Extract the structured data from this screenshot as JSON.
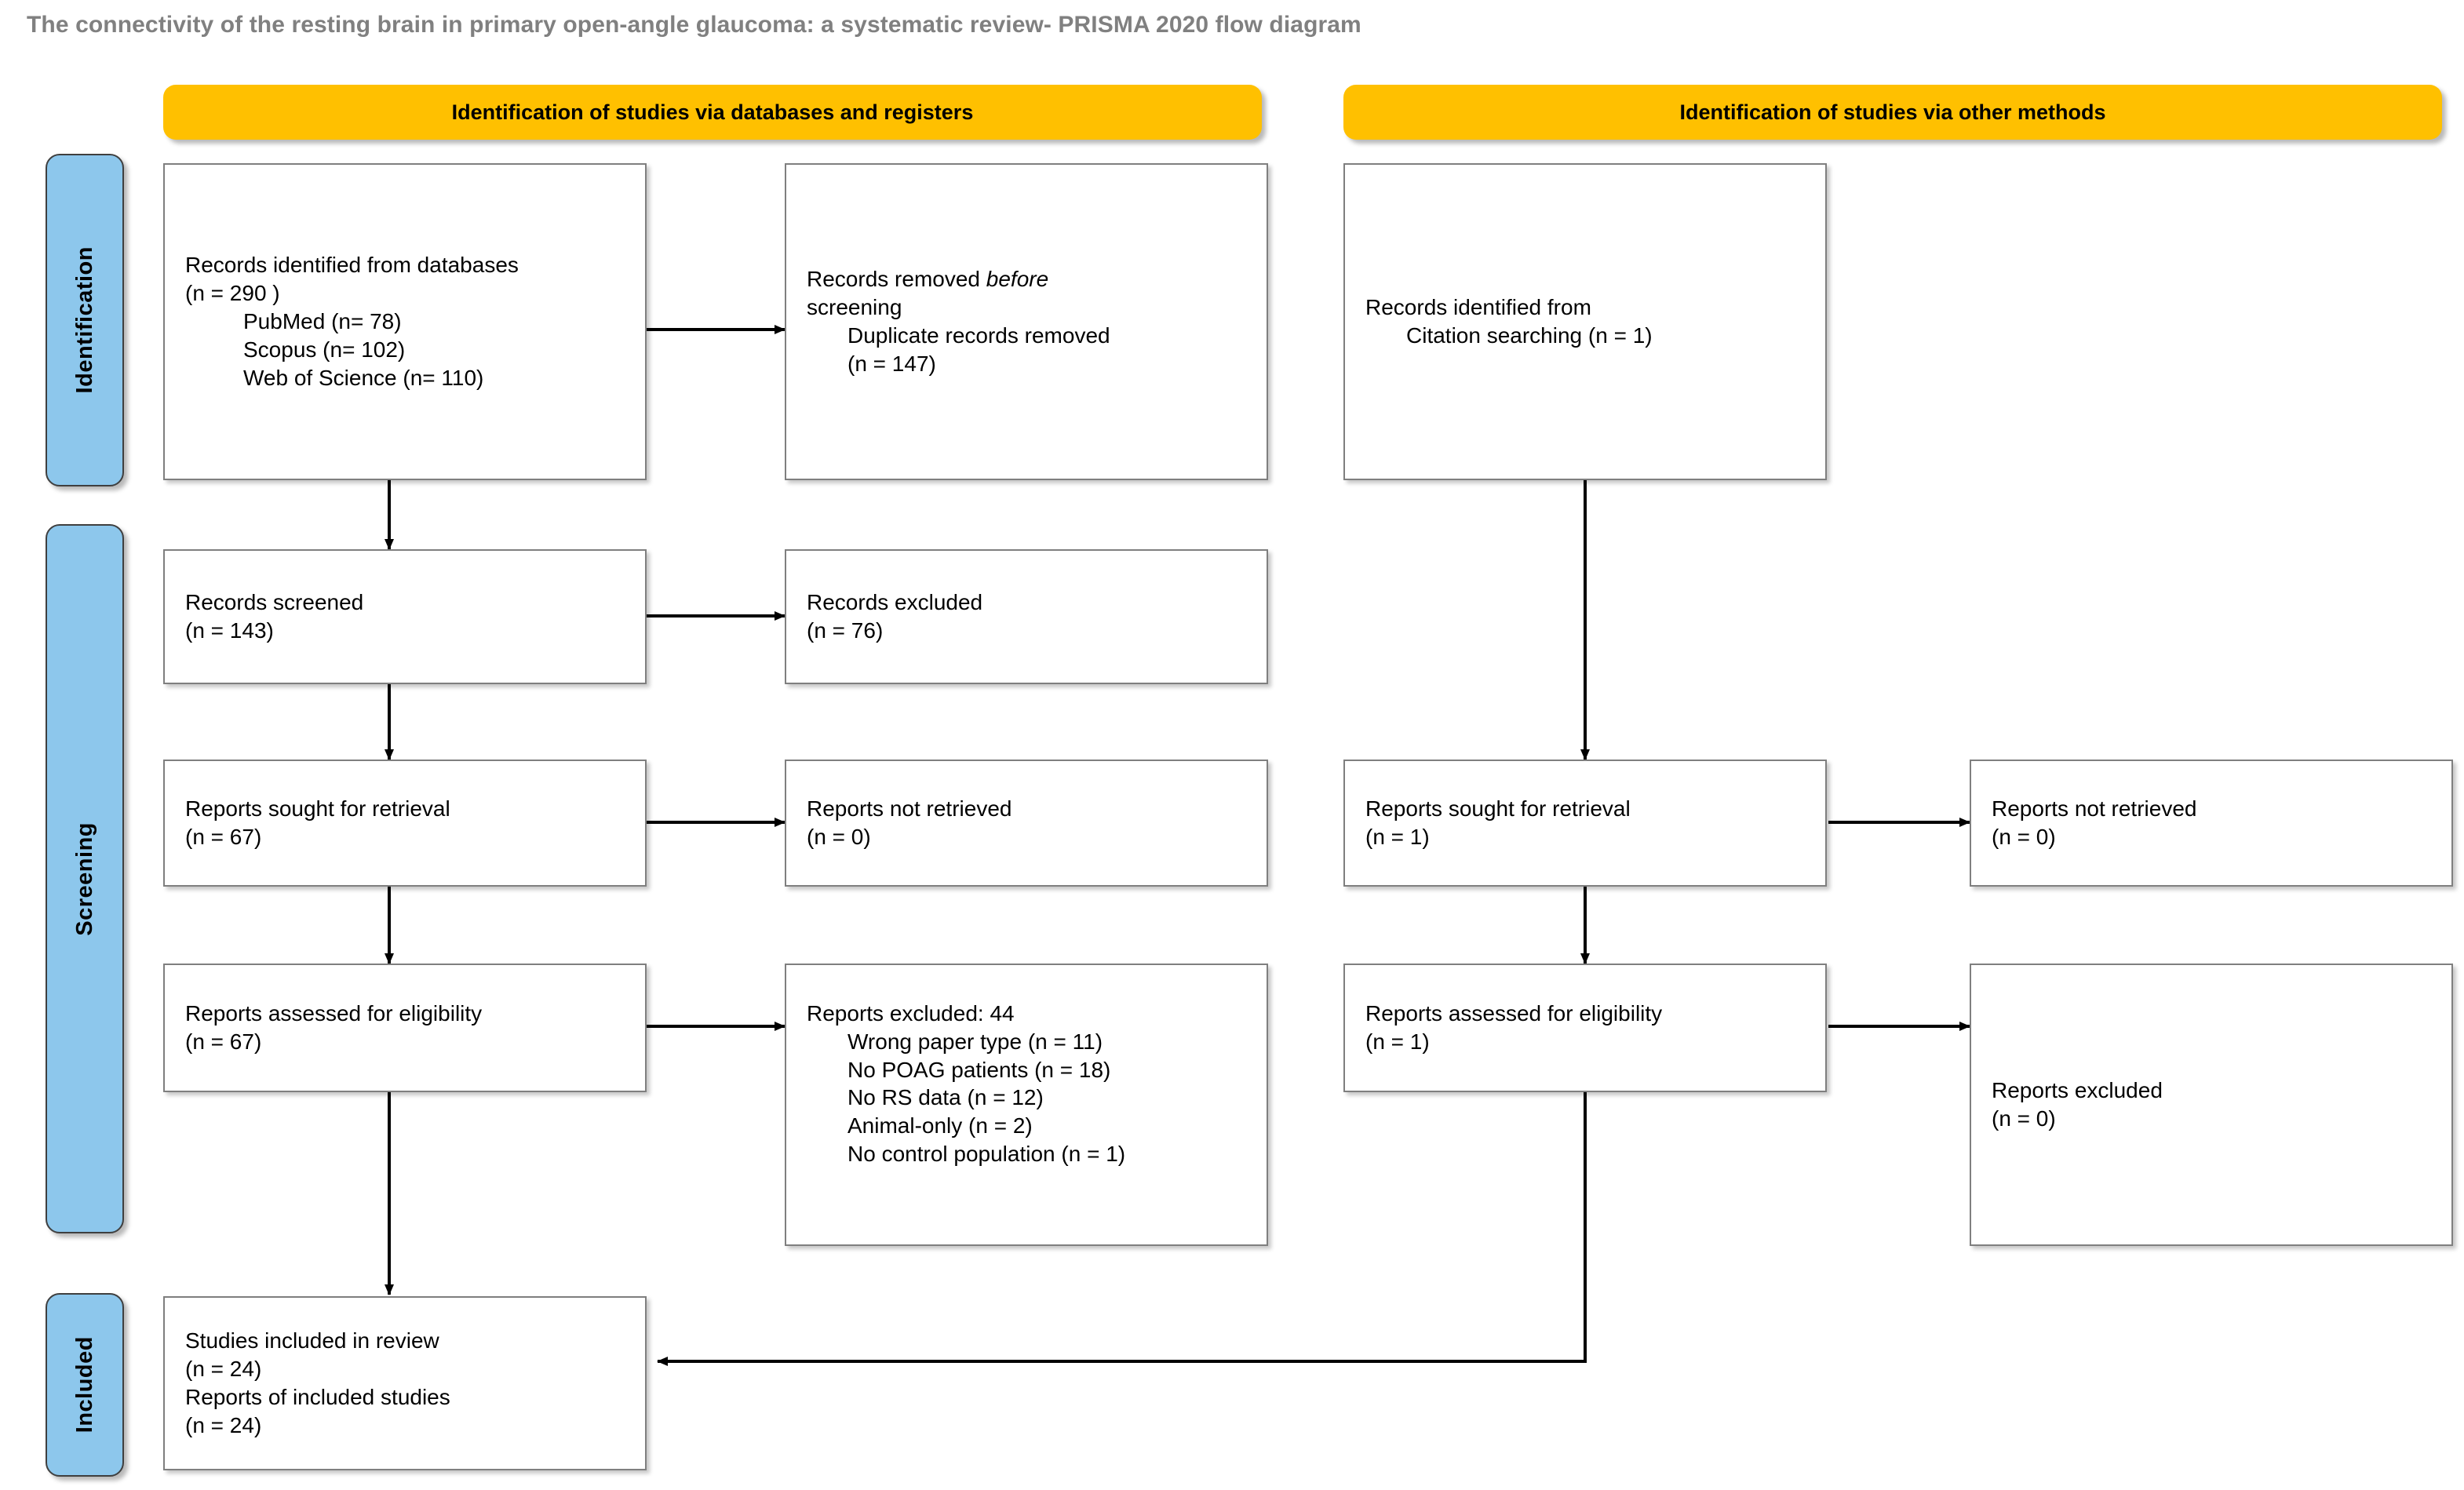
{
  "title": "The connectivity of the resting brain in primary open-angle glaucoma: a systematic review- PRISMA 2020 flow diagram",
  "colors": {
    "banner": "#FFC000",
    "sidetab": "#8DC7EC",
    "box_border": "#7F7F7F",
    "title_text": "#808080",
    "connector": "#000000"
  },
  "banners": {
    "databases": "Identification of studies via databases and registers",
    "other_methods": "Identification of studies via other methods"
  },
  "stages": {
    "identification": "Identification",
    "screening": "Screening",
    "included": "Included"
  },
  "boxes": {
    "records_identified": {
      "l1": "Records identified from databases",
      "l2": "(n = 290 )",
      "l3": "PubMed (n= 78)",
      "l4": "Scopus (n= 102)",
      "l5": "Web of Science (n= 110)"
    },
    "records_removed": {
      "l1a": "Records removed ",
      "l1b": "before",
      "l2": "screening",
      "l3": "Duplicate records removed",
      "l4": "(n = 147)"
    },
    "records_identified_other": {
      "l1": "Records identified from",
      "l2": "Citation searching (n = 1)"
    },
    "records_screened": {
      "l1": "Records screened",
      "l2": "(n = 143)"
    },
    "records_excluded": {
      "l1": "Records excluded",
      "l2": "(n = 76)"
    },
    "reports_sought_left": {
      "l1": "Reports sought for retrieval",
      "l2": "(n = 67)"
    },
    "reports_not_retrieved_left": {
      "l1": "Reports not retrieved",
      "l2": "(n = 0)"
    },
    "reports_sought_right": {
      "l1": "Reports sought for retrieval",
      "l2": "(n = 1)"
    },
    "reports_not_retrieved_right": {
      "l1": "Reports not retrieved",
      "l2": "(n = 0)"
    },
    "reports_assessed_left": {
      "l1": "Reports assessed for eligibility",
      "l2": "(n = 67)"
    },
    "reports_excluded_detail": {
      "l1": "Reports excluded: 44",
      "l2": "Wrong paper type (n = 11)",
      "l3": "No POAG patients (n = 18)",
      "l4": "No RS data (n = 12)",
      "l5": "Animal-only (n = 2)",
      "l6": "No control population (n = 1)"
    },
    "reports_assessed_right": {
      "l1": "Reports assessed for eligibility",
      "l2": "(n = 1)"
    },
    "reports_excluded_right": {
      "l1": "Reports excluded",
      "l2": "(n = 0)"
    },
    "studies_included": {
      "l1": "Studies included in review",
      "l2": "(n = 24)",
      "l3": "Reports of included studies",
      "l4": "(n = 24)"
    }
  },
  "chart_data": {
    "type": "flow-diagram",
    "title": "PRISMA 2020 flow diagram",
    "nodes": [
      {
        "id": "records_identified",
        "stage": "Identification",
        "column": "databases",
        "label": "Records identified from databases",
        "n": 290,
        "breakdown": [
          {
            "source": "PubMed",
            "n": 78
          },
          {
            "source": "Scopus",
            "n": 102
          },
          {
            "source": "Web of Science",
            "n": 110
          }
        ]
      },
      {
        "id": "records_removed",
        "stage": "Identification",
        "column": "databases",
        "label": "Records removed before screening - Duplicate records removed",
        "n": 147
      },
      {
        "id": "records_identified_other",
        "stage": "Identification",
        "column": "other",
        "label": "Records identified from Citation searching",
        "n": 1
      },
      {
        "id": "records_screened",
        "stage": "Screening",
        "column": "databases",
        "label": "Records screened",
        "n": 143
      },
      {
        "id": "records_excluded",
        "stage": "Screening",
        "column": "databases",
        "label": "Records excluded",
        "n": 76
      },
      {
        "id": "reports_sought_left",
        "stage": "Screening",
        "column": "databases",
        "label": "Reports sought for retrieval",
        "n": 67
      },
      {
        "id": "reports_not_retrieved_left",
        "stage": "Screening",
        "column": "databases",
        "label": "Reports not retrieved",
        "n": 0
      },
      {
        "id": "reports_sought_right",
        "stage": "Screening",
        "column": "other",
        "label": "Reports sought for retrieval",
        "n": 1
      },
      {
        "id": "reports_not_retrieved_right",
        "stage": "Screening",
        "column": "other",
        "label": "Reports not retrieved",
        "n": 0
      },
      {
        "id": "reports_assessed_left",
        "stage": "Screening",
        "column": "databases",
        "label": "Reports assessed for eligibility",
        "n": 67
      },
      {
        "id": "reports_excluded_detail",
        "stage": "Screening",
        "column": "databases",
        "label": "Reports excluded",
        "n": 44,
        "breakdown": [
          {
            "reason": "Wrong paper type",
            "n": 11
          },
          {
            "reason": "No POAG patients",
            "n": 18
          },
          {
            "reason": "No RS data",
            "n": 12
          },
          {
            "reason": "Animal-only",
            "n": 2
          },
          {
            "reason": "No control population",
            "n": 1
          }
        ]
      },
      {
        "id": "reports_assessed_right",
        "stage": "Screening",
        "column": "other",
        "label": "Reports assessed for eligibility",
        "n": 1
      },
      {
        "id": "reports_excluded_right",
        "stage": "Screening",
        "column": "other",
        "label": "Reports excluded",
        "n": 0
      },
      {
        "id": "studies_included",
        "stage": "Included",
        "column": "databases",
        "label": "Studies included in review",
        "n": 24,
        "reports_of_included_studies": 24
      }
    ],
    "edges": [
      {
        "from": "records_identified",
        "to": "records_removed"
      },
      {
        "from": "records_identified",
        "to": "records_screened"
      },
      {
        "from": "records_screened",
        "to": "records_excluded"
      },
      {
        "from": "records_screened",
        "to": "reports_sought_left"
      },
      {
        "from": "reports_sought_left",
        "to": "reports_not_retrieved_left"
      },
      {
        "from": "reports_sought_left",
        "to": "reports_assessed_left"
      },
      {
        "from": "reports_assessed_left",
        "to": "reports_excluded_detail"
      },
      {
        "from": "reports_assessed_left",
        "to": "studies_included"
      },
      {
        "from": "records_identified_other",
        "to": "reports_sought_right"
      },
      {
        "from": "reports_sought_right",
        "to": "reports_not_retrieved_right"
      },
      {
        "from": "reports_sought_right",
        "to": "reports_assessed_right"
      },
      {
        "from": "reports_assessed_right",
        "to": "reports_excluded_right"
      },
      {
        "from": "reports_assessed_right",
        "to": "studies_included"
      }
    ]
  }
}
